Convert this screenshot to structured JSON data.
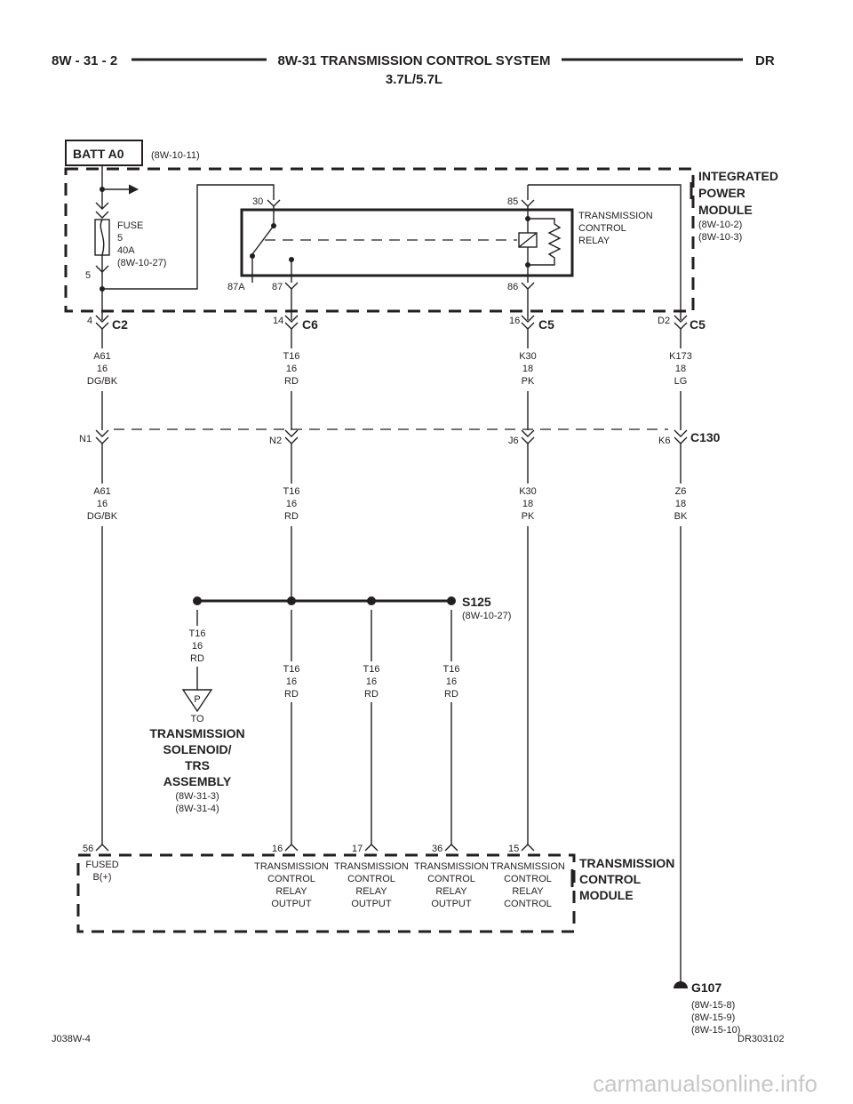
{
  "header": {
    "page_id": "8W - 31 - 2",
    "title": "8W-31 TRANSMISSION CONTROL SYSTEM",
    "subtitle": "3.7L/5.7L",
    "code": "DR"
  },
  "batt": {
    "label": "BATT A0",
    "ref": "(8W-10-11)"
  },
  "ipm": {
    "name_l1": "INTEGRATED",
    "name_l2": "POWER",
    "name_l3": "MODULE",
    "ref1": "(8W-10-2)",
    "ref2": "(8W-10-3)"
  },
  "fuse": {
    "l1": "FUSE",
    "l2": "5",
    "l3": "40A",
    "ref": "(8W-10-27)",
    "pin": "5"
  },
  "relay": {
    "name_l1": "TRANSMISSION",
    "name_l2": "CONTROL",
    "name_l3": "RELAY",
    "pin30": "30",
    "pin85": "85",
    "pin87a": "87A",
    "pin87": "87",
    "pin86": "86"
  },
  "connectors": {
    "c2": {
      "pin": "4",
      "name": "C2"
    },
    "c6": {
      "pin": "14",
      "name": "C6"
    },
    "c5a": {
      "pin": "16",
      "name": "C5"
    },
    "c5b": {
      "pin": "D2",
      "name": "C5"
    },
    "c130": {
      "name": "C130",
      "p1": "N1",
      "p2": "N2",
      "p3": "J6",
      "p4": "K6"
    }
  },
  "wires_upper": [
    {
      "id": "A61",
      "gauge": "16",
      "color": "DG/BK"
    },
    {
      "id": "T16",
      "gauge": "16",
      "color": "RD"
    },
    {
      "id": "K30",
      "gauge": "18",
      "color": "PK"
    },
    {
      "id": "K173",
      "gauge": "18",
      "color": "LG"
    }
  ],
  "wires_lower": [
    {
      "id": "A61",
      "gauge": "16",
      "color": "DG/BK"
    },
    {
      "id": "T16",
      "gauge": "16",
      "color": "RD"
    },
    {
      "id": "K30",
      "gauge": "18",
      "color": "PK"
    },
    {
      "id": "Z6",
      "gauge": "18",
      "color": "BK"
    }
  ],
  "splice": {
    "name": "S125",
    "ref": "(8W-10-27)"
  },
  "wires_splice": [
    {
      "id": "T16",
      "gauge": "16",
      "color": "RD"
    },
    {
      "id": "T16",
      "gauge": "16",
      "color": "RD"
    },
    {
      "id": "T16",
      "gauge": "16",
      "color": "RD"
    },
    {
      "id": "T16",
      "gauge": "16",
      "color": "RD"
    }
  ],
  "trs": {
    "connector": "P",
    "to": "TO",
    "l1": "TRANSMISSION",
    "l2": "SOLENOID/",
    "l3": "TRS",
    "l4": "ASSEMBLY",
    "ref1": "(8W-31-3)",
    "ref2": "(8W-31-4)"
  },
  "tcm": {
    "name_l1": "TRANSMISSION",
    "name_l2": "CONTROL",
    "name_l3": "MODULE",
    "pins": [
      {
        "pin": "56",
        "l1": "FUSED",
        "l2": "B(+)"
      },
      {
        "pin": "16",
        "l1": "TRANSMISSION",
        "l2": "CONTROL",
        "l3": "RELAY",
        "l4": "OUTPUT"
      },
      {
        "pin": "17",
        "l1": "TRANSMISSION",
        "l2": "CONTROL",
        "l3": "RELAY",
        "l4": "OUTPUT"
      },
      {
        "pin": "36",
        "l1": "TRANSMISSION",
        "l2": "CONTROL",
        "l3": "RELAY",
        "l4": "OUTPUT"
      },
      {
        "pin": "15",
        "l1": "TRANSMISSION",
        "l2": "CONTROL",
        "l3": "RELAY",
        "l4": "CONTROL"
      }
    ]
  },
  "ground": {
    "name": "G107",
    "ref1": "(8W-15-8)",
    "ref2": "(8W-15-9)",
    "ref3": "(8W-15-10)"
  },
  "footer": {
    "left": "J038W-4",
    "right": "DR303102"
  },
  "watermark": "carmanualsonline.info"
}
